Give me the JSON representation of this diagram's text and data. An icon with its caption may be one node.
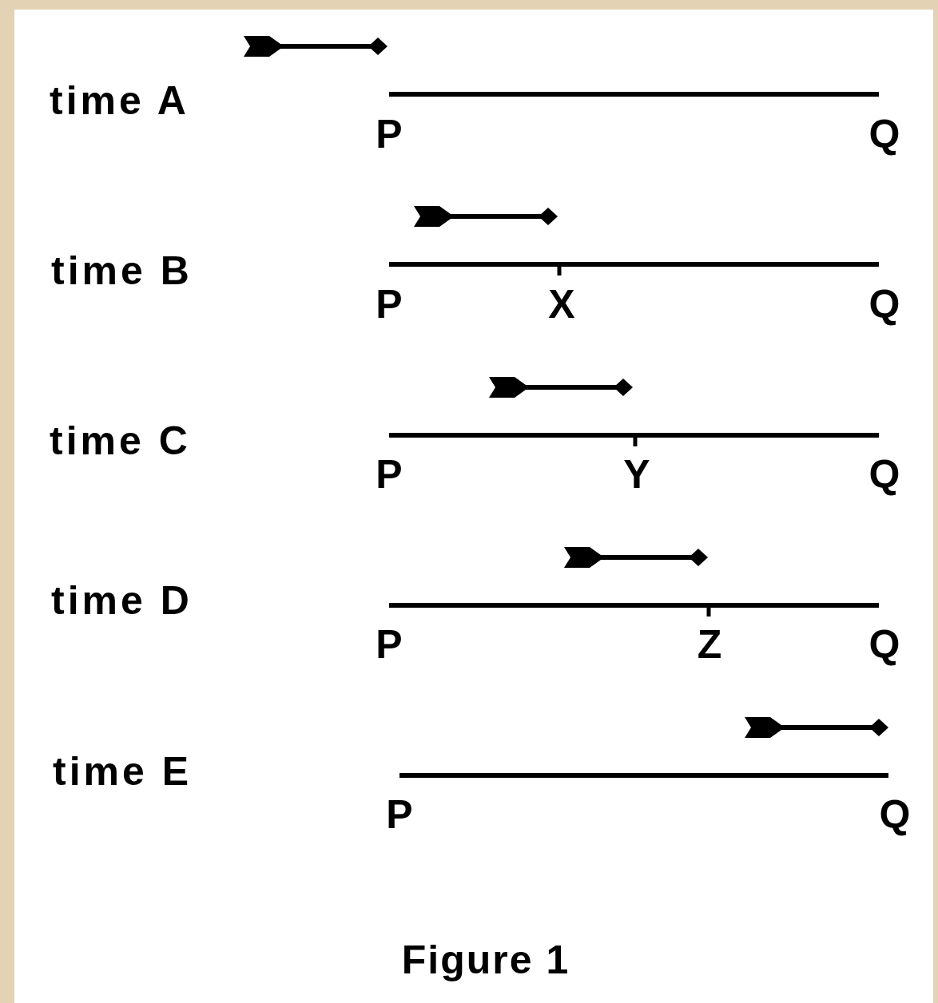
{
  "diagram": {
    "caption": "Figure 1",
    "labels": [
      "time A",
      "P",
      "Q",
      "time B",
      "P",
      "X",
      "Q",
      "time C",
      "P",
      "Y",
      "Q",
      "time D",
      "P",
      "Z",
      "Q",
      "time E",
      "P",
      "Q"
    ]
  }
}
